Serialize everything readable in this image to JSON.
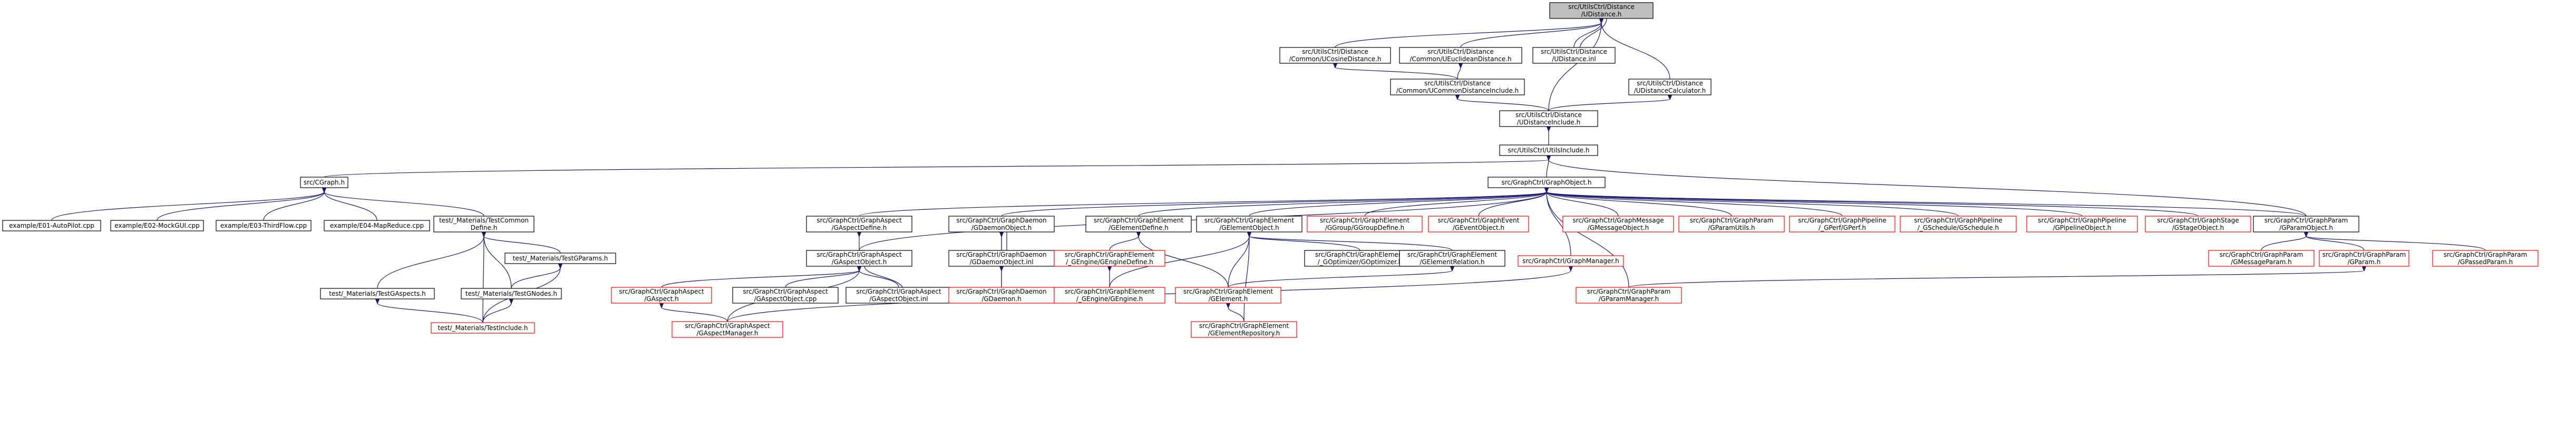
{
  "nodes": [
    {
      "id": "root",
      "lines": [
        "src/UtilsCtrl/Distance",
        "/UDistance.h"
      ]
    },
    {
      "id": "cosine",
      "lines": [
        "src/UtilsCtrl/Distance",
        "/Common/UCosineDistance.h"
      ]
    },
    {
      "id": "euclid",
      "lines": [
        "src/UtilsCtrl/Distance",
        "/Common/UEuclideanDistance.h"
      ]
    },
    {
      "id": "inl",
      "lines": [
        "src/UtilsCtrl/Distance",
        "/UDistance.inl"
      ]
    },
    {
      "id": "cominc",
      "lines": [
        "src/UtilsCtrl/Distance",
        "/Common/UCommonDistanceInclude.h"
      ]
    },
    {
      "id": "calc",
      "lines": [
        "src/UtilsCtrl/Distance",
        "/UDistanceCalculator.h"
      ]
    },
    {
      "id": "distinc",
      "lines": [
        "src/UtilsCtrl/Distance",
        "/UDistanceInclude.h"
      ]
    },
    {
      "id": "utilsinc",
      "lines": [
        "src/UtilsCtrl/UtilsInclude.h"
      ]
    },
    {
      "id": "cgraph",
      "lines": [
        "src/CGraph.h"
      ]
    },
    {
      "id": "gobj",
      "lines": [
        "src/GraphCtrl/GraphObject.h"
      ]
    },
    {
      "id": "e01",
      "lines": [
        "example/E01-AutoPilot.cpp"
      ]
    },
    {
      "id": "e02",
      "lines": [
        "example/E02-MockGUI.cpp"
      ]
    },
    {
      "id": "e03",
      "lines": [
        "example/E03-ThirdFlow.cpp"
      ]
    },
    {
      "id": "e04",
      "lines": [
        "example/E04-MapReduce.cpp"
      ]
    },
    {
      "id": "tcd",
      "lines": [
        "test/_Materials/TestCommon",
        "Define.h"
      ]
    },
    {
      "id": "aspdef",
      "lines": [
        "src/GraphCtrl/GraphAspect",
        "/GAspectDefine.h"
      ]
    },
    {
      "id": "daeobj",
      "lines": [
        "src/GraphCtrl/GraphDaemon",
        "/GDaemonObject.h"
      ]
    },
    {
      "id": "eledef",
      "lines": [
        "src/GraphCtrl/GraphElement",
        "/GElementDefine.h"
      ]
    },
    {
      "id": "eleobj",
      "lines": [
        "src/GraphCtrl/GraphElement",
        "/GElementObject.h"
      ]
    },
    {
      "id": "grpdef",
      "lines": [
        "src/GraphCtrl/GraphElement",
        "/GGroup/GGroupDefine.h"
      ]
    },
    {
      "id": "evtobj",
      "lines": [
        "src/GraphCtrl/GraphEvent",
        "/GEventObject.h"
      ]
    },
    {
      "id": "msgobj",
      "lines": [
        "src/GraphCtrl/GraphMessage",
        "/GMessageObject.h"
      ]
    },
    {
      "id": "putils",
      "lines": [
        "src/GraphCtrl/GraphParam",
        "/GParamUtils.h"
      ]
    },
    {
      "id": "perf",
      "lines": [
        "src/GraphCtrl/GraphPipeline",
        "/_GPerf/GPerf.h"
      ]
    },
    {
      "id": "sched",
      "lines": [
        "src/GraphCtrl/GraphPipeline",
        "/_GSchedule/GSchedule.h"
      ]
    },
    {
      "id": "pipeobj",
      "lines": [
        "src/GraphCtrl/GraphPipeline",
        "/GPipelineObject.h"
      ]
    },
    {
      "id": "stage",
      "lines": [
        "src/GraphCtrl/GraphStage",
        "/GStageObject.h"
      ]
    },
    {
      "id": "parobj",
      "lines": [
        "src/GraphCtrl/GraphParam",
        "/GParamObject.h"
      ]
    },
    {
      "id": "tparams",
      "lines": [
        "test/_Materials/TestGParams.h"
      ]
    },
    {
      "id": "aspobj",
      "lines": [
        "src/GraphCtrl/GraphAspect",
        "/GAspectObject.h"
      ]
    },
    {
      "id": "daeinl",
      "lines": [
        "src/GraphCtrl/GraphDaemon",
        "/GDaemonObject.inl"
      ]
    },
    {
      "id": "engdef",
      "lines": [
        "src/GraphCtrl/GraphElement",
        "/_GEngine/GEngineDefine.h"
      ]
    },
    {
      "id": "optim",
      "lines": [
        "src/GraphCtrl/GraphElement",
        "/_GOptimizer/GOptimizer.h"
      ]
    },
    {
      "id": "elerel",
      "lines": [
        "src/GraphCtrl/GraphElement",
        "/GElementRelation.h"
      ]
    },
    {
      "id": "gmgr",
      "lines": [
        "src/GraphCtrl/GraphManager.h"
      ]
    },
    {
      "id": "pmsg",
      "lines": [
        "src/GraphCtrl/GraphParam",
        "/GMessageParam.h"
      ]
    },
    {
      "id": "gparam",
      "lines": [
        "src/GraphCtrl/GraphParam",
        "/GParam.h"
      ]
    },
    {
      "id": "ppass",
      "lines": [
        "src/GraphCtrl/GraphParam",
        "/GPassedParam.h"
      ]
    },
    {
      "id": "taspects",
      "lines": [
        "test/_Materials/TestGAspects.h"
      ]
    },
    {
      "id": "tnodes",
      "lines": [
        "test/_Materials/TestGNodes.h"
      ]
    },
    {
      "id": "gaspect",
      "lines": [
        "src/GraphCtrl/GraphAspect",
        "/GAspect.h"
      ]
    },
    {
      "id": "aspcpp",
      "lines": [
        "src/GraphCtrl/GraphAspect",
        "/GAspectObject.cpp"
      ]
    },
    {
      "id": "aspinl",
      "lines": [
        "src/GraphCtrl/GraphAspect",
        "/GAspectObject.inl"
      ]
    },
    {
      "id": "gdaemon",
      "lines": [
        "src/GraphCtrl/GraphDaemon",
        "/GDaemon.h"
      ]
    },
    {
      "id": "gengine",
      "lines": [
        "src/GraphCtrl/GraphElement",
        "/_GEngine/GEngine.h"
      ]
    },
    {
      "id": "gelement",
      "lines": [
        "src/GraphCtrl/GraphElement",
        "/GElement.h"
      ]
    },
    {
      "id": "pmgr",
      "lines": [
        "src/GraphCtrl/GraphParam",
        "/GParamManager.h"
      ]
    },
    {
      "id": "tinclude",
      "lines": [
        "test/_Materials/TestInclude.h"
      ]
    },
    {
      "id": "aspmgr",
      "lines": [
        "src/GraphCtrl/GraphAspect",
        "/GAspectManager.h"
      ]
    },
    {
      "id": "elerepo",
      "lines": [
        "src/GraphCtrl/GraphElement",
        "/GElementRepository.h"
      ]
    }
  ]
}
